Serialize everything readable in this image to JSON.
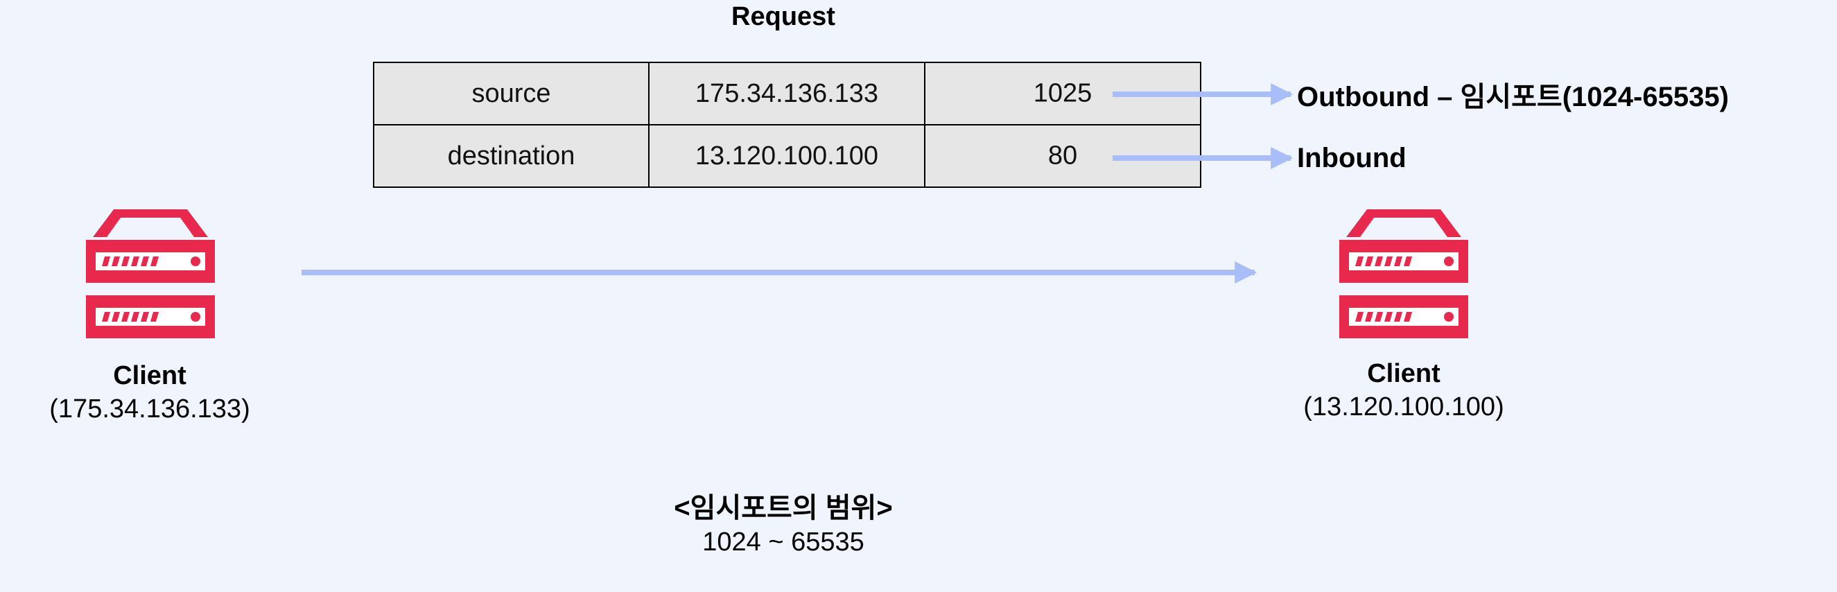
{
  "colors": {
    "server": "#e8294d",
    "arrow": "#a9bdf8",
    "background": "#f0f4fd",
    "table_fill": "#e6e6e6"
  },
  "request": {
    "title": "Request",
    "rows": [
      {
        "field": "source",
        "ip": "175.34.136.133",
        "port": "1025",
        "note": "Outbound – 임시포트(1024-65535)"
      },
      {
        "field": "destination",
        "ip": "13.120.100.100",
        "port": "80",
        "note": "Inbound"
      }
    ]
  },
  "clients": [
    {
      "name": "Client",
      "ip": "(175.34.136.133)"
    },
    {
      "name": "Client",
      "ip": "(13.120.100.100)"
    }
  ],
  "ephemeral_range": {
    "title": "<임시포트의 범위>",
    "value": "1024 ~ 65535"
  }
}
